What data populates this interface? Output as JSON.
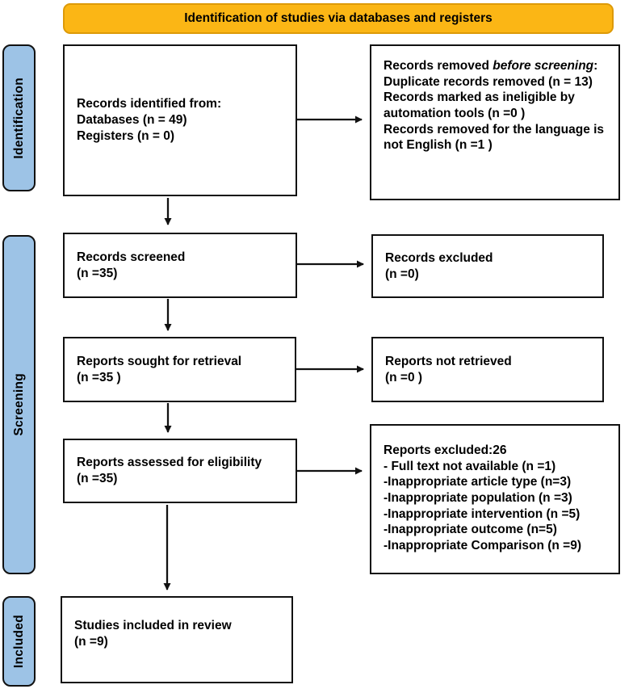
{
  "colors": {
    "banner_bg": "#FBB615",
    "banner_border": "#DD9A08",
    "sidebar_bg": "#9DC3E6"
  },
  "banner": {
    "label": "Identification of studies via databases and registers"
  },
  "sidebar": {
    "items": [
      {
        "label": "Identification"
      },
      {
        "label": "Screening"
      },
      {
        "label": "Included"
      }
    ]
  },
  "boxes": {
    "records_identified": {
      "lines": [
        "Records identified from:",
        "Databases (n = 49)",
        "Registers (n = 0)"
      ]
    },
    "records_removed": {
      "intro_prefix": "Records removed ",
      "intro_italic": "before screening",
      "intro_suffix": ":",
      "lines": [
        "Duplicate records removed  (n = 13)",
        "Records marked as ineligible by automation tools (n =0 )",
        "Records removed for the language is not English (n =1 )"
      ]
    },
    "records_screened": {
      "lines": [
        "Records screened",
        "(n =35)"
      ]
    },
    "records_excluded": {
      "lines": [
        "Records excluded",
        "(n =0)"
      ]
    },
    "reports_sought": {
      "lines": [
        "Reports sought for retrieval",
        "(n =35 )"
      ]
    },
    "reports_not_retrieved": {
      "lines": [
        "Reports not retrieved",
        "(n =0 )"
      ]
    },
    "reports_assessed": {
      "lines": [
        "Reports assessed for eligibility",
        "(n =35)"
      ]
    },
    "reports_excluded": {
      "lines": [
        "Reports excluded:26",
        "- Full text not available (n =1)",
        "-Inappropriate article type (n=3)",
        "-Inappropriate population (n =3)",
        "-Inappropriate intervention (n =5)",
        "-Inappropriate outcome (n=5)",
        "-Inappropriate Comparison (n =9)"
      ]
    },
    "studies_included": {
      "lines": [
        "Studies included in review",
        "(n =9)"
      ]
    }
  }
}
